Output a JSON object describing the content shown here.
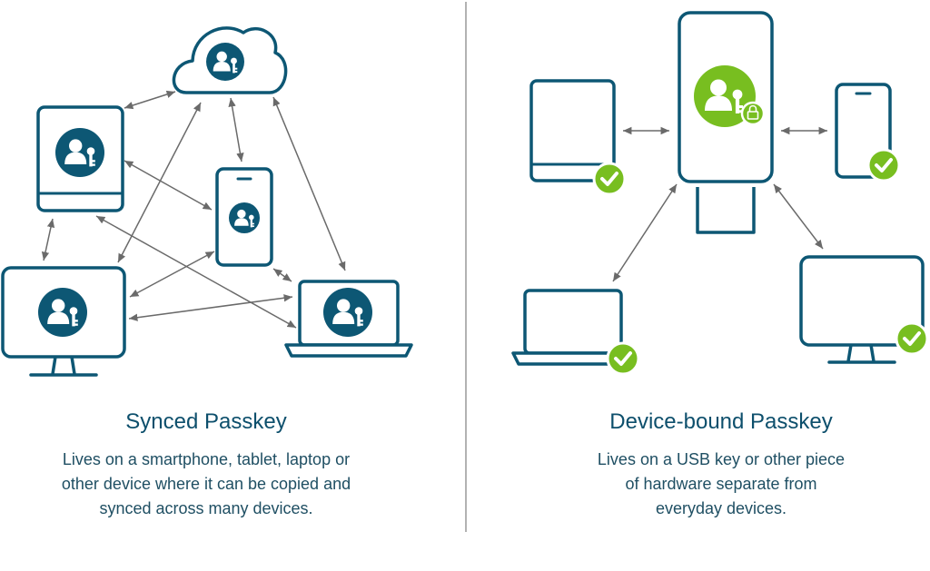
{
  "synced": {
    "title": "Synced Passkey",
    "description_lines": [
      "Lives on a smartphone, tablet, laptop or",
      "other device where it can be copied and",
      "synced across many devices."
    ]
  },
  "device_bound": {
    "title": "Device-bound Passkey",
    "description_lines": [
      "Lives on a USB key or other piece",
      "of hardware separate from",
      "everyday devices."
    ]
  },
  "colors": {
    "outline": "#0d5774",
    "badge": "#0d5774",
    "accent_green": "#78be20",
    "arrow": "#6a6a6a",
    "divider": "#999999",
    "text": "#1f4f63"
  },
  "icons": [
    "cloud-icon",
    "tablet-icon",
    "smartphone-icon",
    "monitor-icon",
    "laptop-icon",
    "usb-key-icon",
    "user-key-icon",
    "lock-icon",
    "checkmark-icon"
  ]
}
